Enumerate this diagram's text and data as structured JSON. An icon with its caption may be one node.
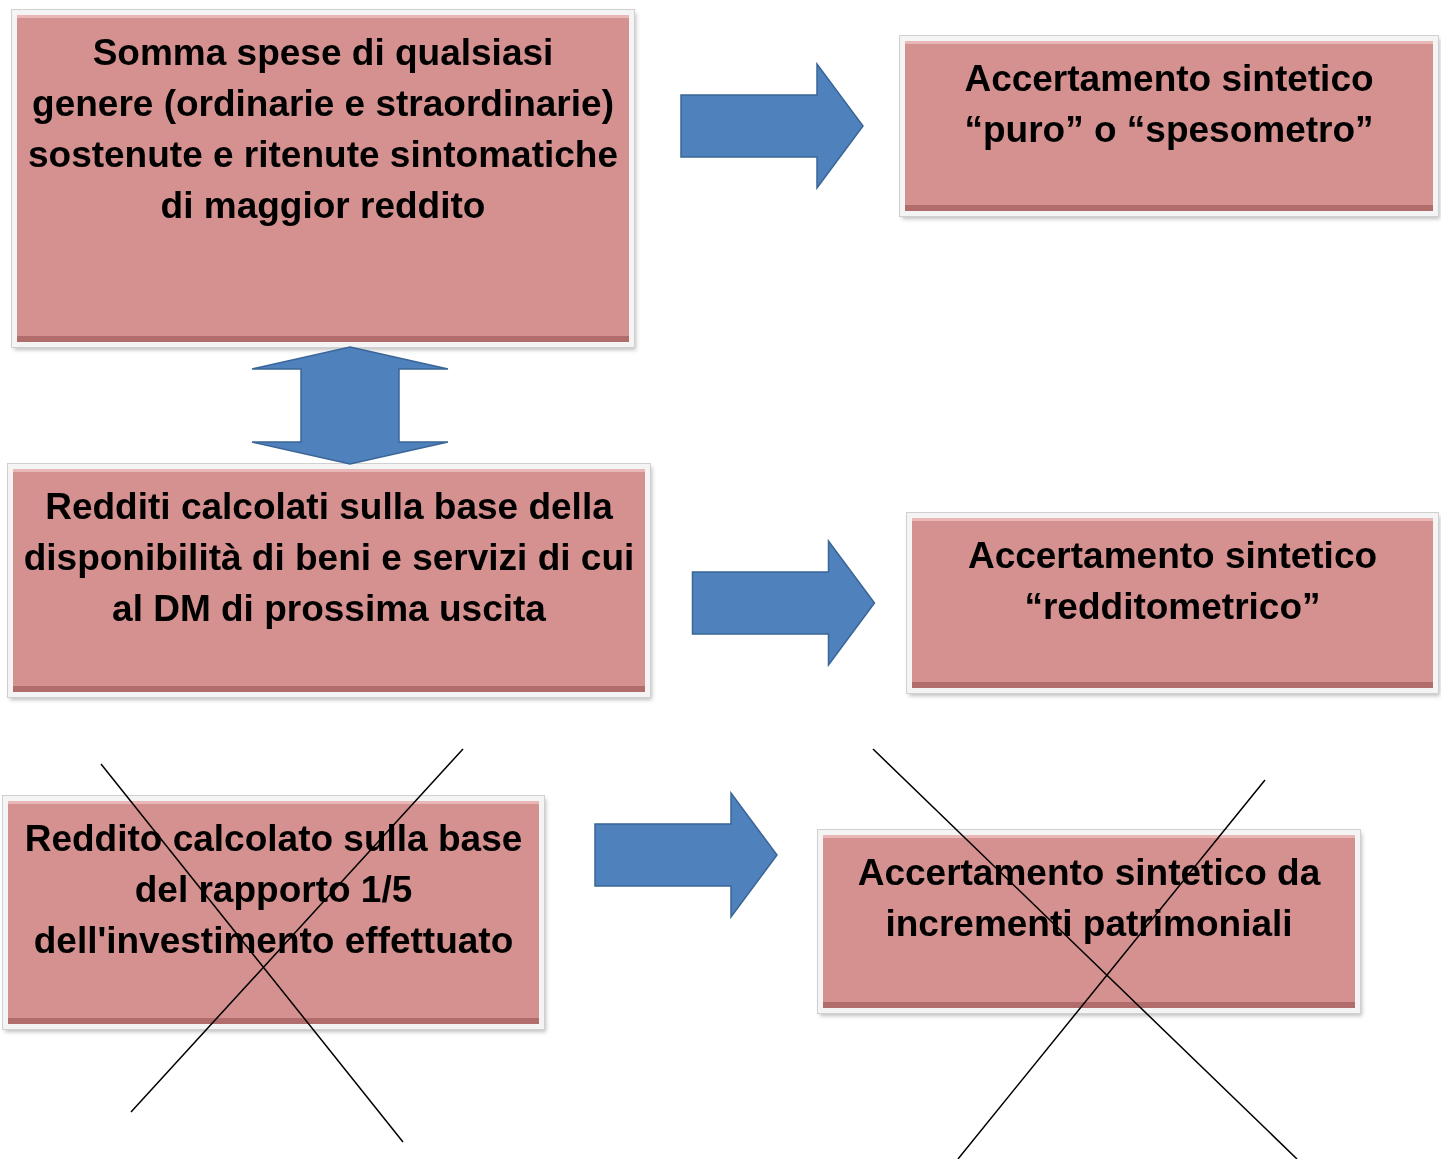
{
  "diagram": {
    "nodes": [
      {
        "text": [
          "Somma spese di qualsiasi genere (ordinarie e straordinarie) sostenute e ritenute sintomatiche di maggior reddito"
        ]
      },
      {
        "text": [
          "Accertamento sintetico “puro” o “spesometro”"
        ]
      },
      {
        "text": [
          "Redditi calcolati sulla base della disponibilità di beni e servizi di cui al DM di prossima uscita"
        ]
      },
      {
        "text": [
          "Accertamento sintetico “redditometrico”"
        ]
      },
      {
        "text": [
          "Reddito calcolato sulla base del rapporto 1/5 dell'investimento effettuato"
        ]
      },
      {
        "text": [
          "Accertamento sintetico da incrementi patrimoniali"
        ]
      }
    ],
    "edges": [
      {
        "from": 0,
        "to": 1,
        "arrow": "to"
      },
      {
        "from": 0,
        "to": 2,
        "arrow": "both"
      },
      {
        "from": 2,
        "to": 3,
        "arrow": "to"
      },
      {
        "from": 4,
        "to": 5,
        "arrow": "to"
      }
    ]
  }
}
